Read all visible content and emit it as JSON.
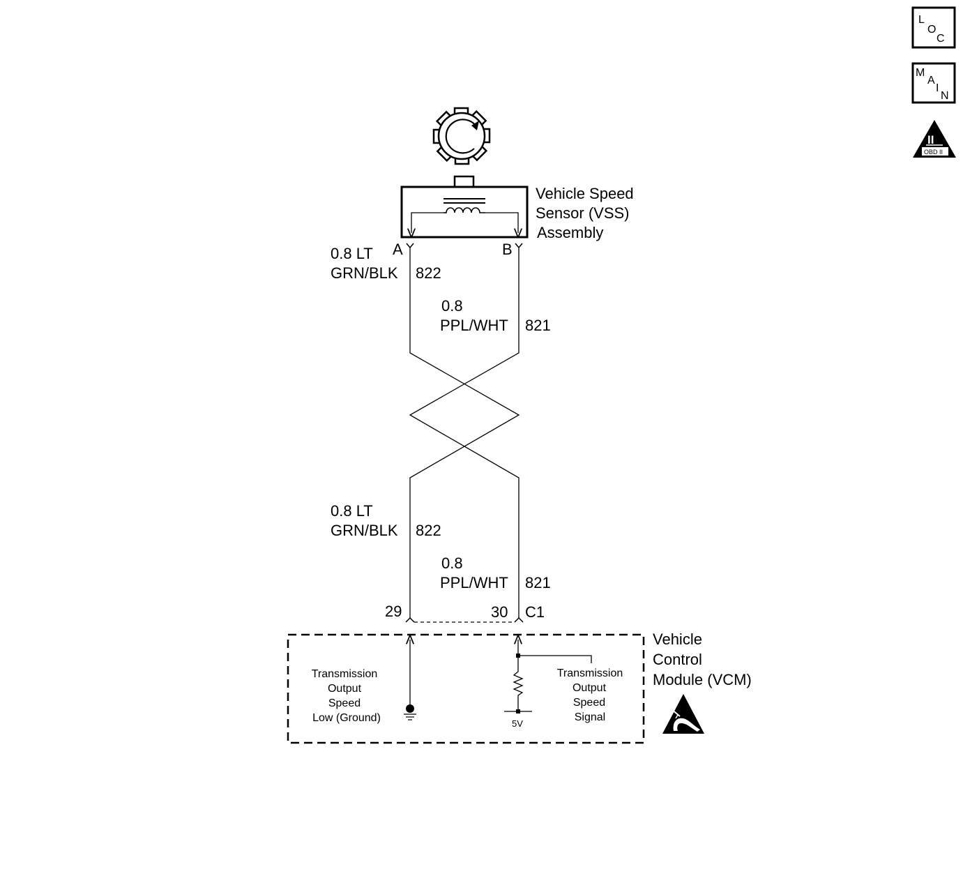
{
  "nav": {
    "loc": {
      "l1": "L",
      "l2": "O",
      "l3": "C"
    },
    "main": {
      "l1": "M",
      "l2": "A",
      "l3": "I",
      "l4": "N"
    },
    "obd": {
      "mark": "II",
      "caption": "OBD II"
    }
  },
  "sensor": {
    "name_line1": "Vehicle Speed",
    "name_line2": "Sensor (VSS)",
    "name_line3": "Assembly",
    "pin_a": "A",
    "pin_b": "B"
  },
  "wires_upper": {
    "left": {
      "gauge_color1": "0.8 LT",
      "gauge_color2": "GRN/BLK",
      "circuit": "822"
    },
    "right": {
      "gauge": "0.8",
      "color": "PPL/WHT",
      "circuit": "821"
    }
  },
  "wires_lower": {
    "left": {
      "gauge_color1": "0.8 LT",
      "gauge_color2": "GRN/BLK",
      "circuit": "822"
    },
    "right": {
      "gauge": "0.8",
      "color": "PPL/WHT",
      "circuit": "821"
    }
  },
  "connector": {
    "pin_left": "29",
    "pin_right": "30",
    "name": "C1"
  },
  "module": {
    "name_line1": "Vehicle",
    "name_line2": "Control",
    "name_line3": "Module (VCM)",
    "left_func": [
      "Transmission",
      "Output",
      "Speed",
      "Low (Ground)"
    ],
    "right_func": [
      "Transmission",
      "Output",
      "Speed",
      "Signal"
    ],
    "voltage": "5V"
  }
}
